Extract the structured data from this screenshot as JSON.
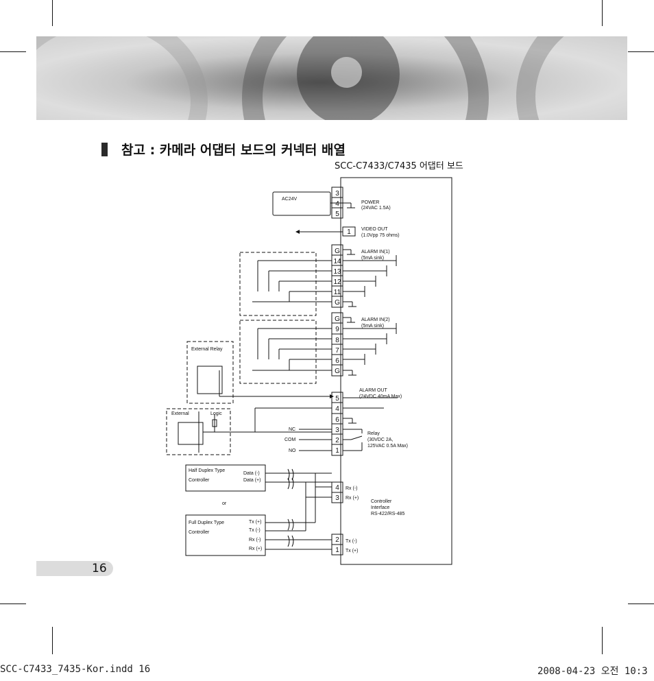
{
  "section_title": "참고 : 카메라 어댑터 보드의 커넥터 배열",
  "board_title": "SCC-C7433/C7435 어댑터 보드",
  "page_number": "16",
  "footer": {
    "file": "SCC-C7433_7435-Kor.indd   16",
    "timestamp": "2008-04-23   오전 10:3"
  },
  "pins": {
    "power": [
      "3",
      "4",
      "5"
    ],
    "video": "1",
    "alarm_in1": [
      "G",
      "14",
      "13",
      "12",
      "11",
      "G"
    ],
    "alarm_in2": [
      "G",
      "9",
      "8",
      "7",
      "6",
      "G"
    ],
    "alarm_out": [
      "5",
      "4",
      "6",
      "3",
      "2",
      "1"
    ],
    "rx": [
      "4",
      "3"
    ],
    "tx": [
      "2",
      "1"
    ]
  },
  "labels": {
    "ac24v": "AC24V",
    "power": "POWER",
    "power_spec": "(24VAC 1.5A)",
    "video_out": "VIDEO OUT",
    "video_spec": "(1.0Vpp 75 ohms)",
    "alarm_in1": "ALARM IN(1)",
    "alarm_in1_spec": "(5mA sink)",
    "alarm_in2": "ALARM IN(2)",
    "alarm_in2_spec": "(5mA sink)",
    "alarm_out": "ALARM OUT",
    "alarm_out_spec": "(24VDC 40mA Max)",
    "external_relay": "External   Relay",
    "external": "External",
    "logic": "Logic",
    "nc": "NC",
    "com": "COM",
    "no": "NO",
    "relay": "Relay",
    "relay_spec1": "(30VDC 2A,",
    "relay_spec2": "125VAC 0.5A Max)",
    "half_duplex_1": "Half Duplex Type",
    "half_duplex_2": "Controller",
    "data_minus": "Data (-)",
    "data_plus": "Data (+)",
    "or": "or",
    "full_duplex_1": "Full Duplex Type",
    "full_duplex_2": "Controller",
    "tx_plus": "Tx (+)",
    "tx_minus": "Tx (-)",
    "rx_minus": "Rx (-)",
    "rx_plus": "Rx (+)",
    "pin_rx_minus": "Rx (-)",
    "pin_rx_plus": "Rx (+)",
    "pin_tx_minus": "Tx (-)",
    "pin_tx_plus": "Tx (+)",
    "controller_interface_1": "Controller",
    "controller_interface_2": "Interface",
    "controller_interface_3": "RS-422/RS-485"
  }
}
